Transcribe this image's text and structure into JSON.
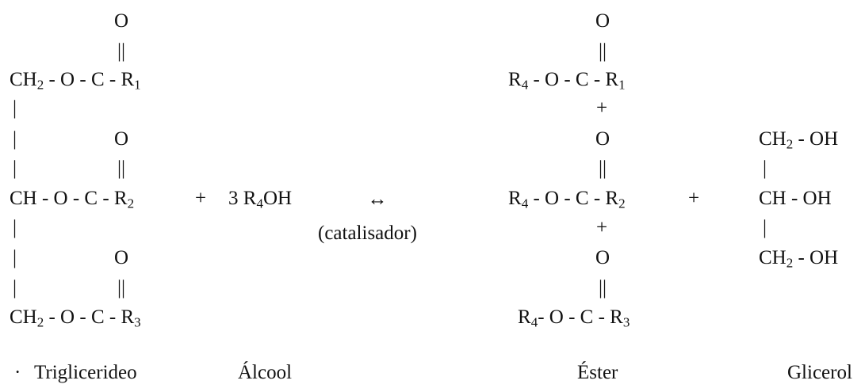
{
  "symbols": {
    "oxygen": "O",
    "double_bond": "||",
    "single_bond_vertical": "|",
    "plus": "+",
    "equilibrium_arrow": "↔"
  },
  "triglyceride": {
    "row1": {
      "pre": "CH",
      "sub2": "2",
      "mid": " - O - C - R",
      "sub_r": "1"
    },
    "row2": {
      "pre": "CH - O - C - R",
      "sub_r": "2"
    },
    "row3": {
      "pre": "CH",
      "sub2": "2",
      "mid": " - O - C - R",
      "sub_r": "3"
    }
  },
  "alcohol": {
    "pre": "3 R",
    "sub": "4",
    "post": "OH"
  },
  "catalyst": "(catalisador)",
  "esters": {
    "row1": {
      "pre": "R",
      "sub4": "4",
      "mid": " - O - C - R",
      "sub_r": "1"
    },
    "row2": {
      "pre": "R",
      "sub4": "4",
      "mid": " - O - C - R",
      "sub_r": "2"
    },
    "row3": {
      "pre": "R",
      "sub4": "4",
      "mid": "- O - C - R",
      "sub_r": "3"
    }
  },
  "glycerol": {
    "row1": {
      "pre": "CH",
      "sub": "2",
      "post": " - OH"
    },
    "row2": {
      "pre": "CH - OH"
    },
    "row3": {
      "pre": "CH",
      "sub": "2",
      "post": " - OH"
    }
  },
  "labels": {
    "bullet": "·",
    "triglyceride": "Triglicerideo",
    "alcohol": "Álcool",
    "ester": "Éster",
    "glycerol": "Glicerol"
  }
}
